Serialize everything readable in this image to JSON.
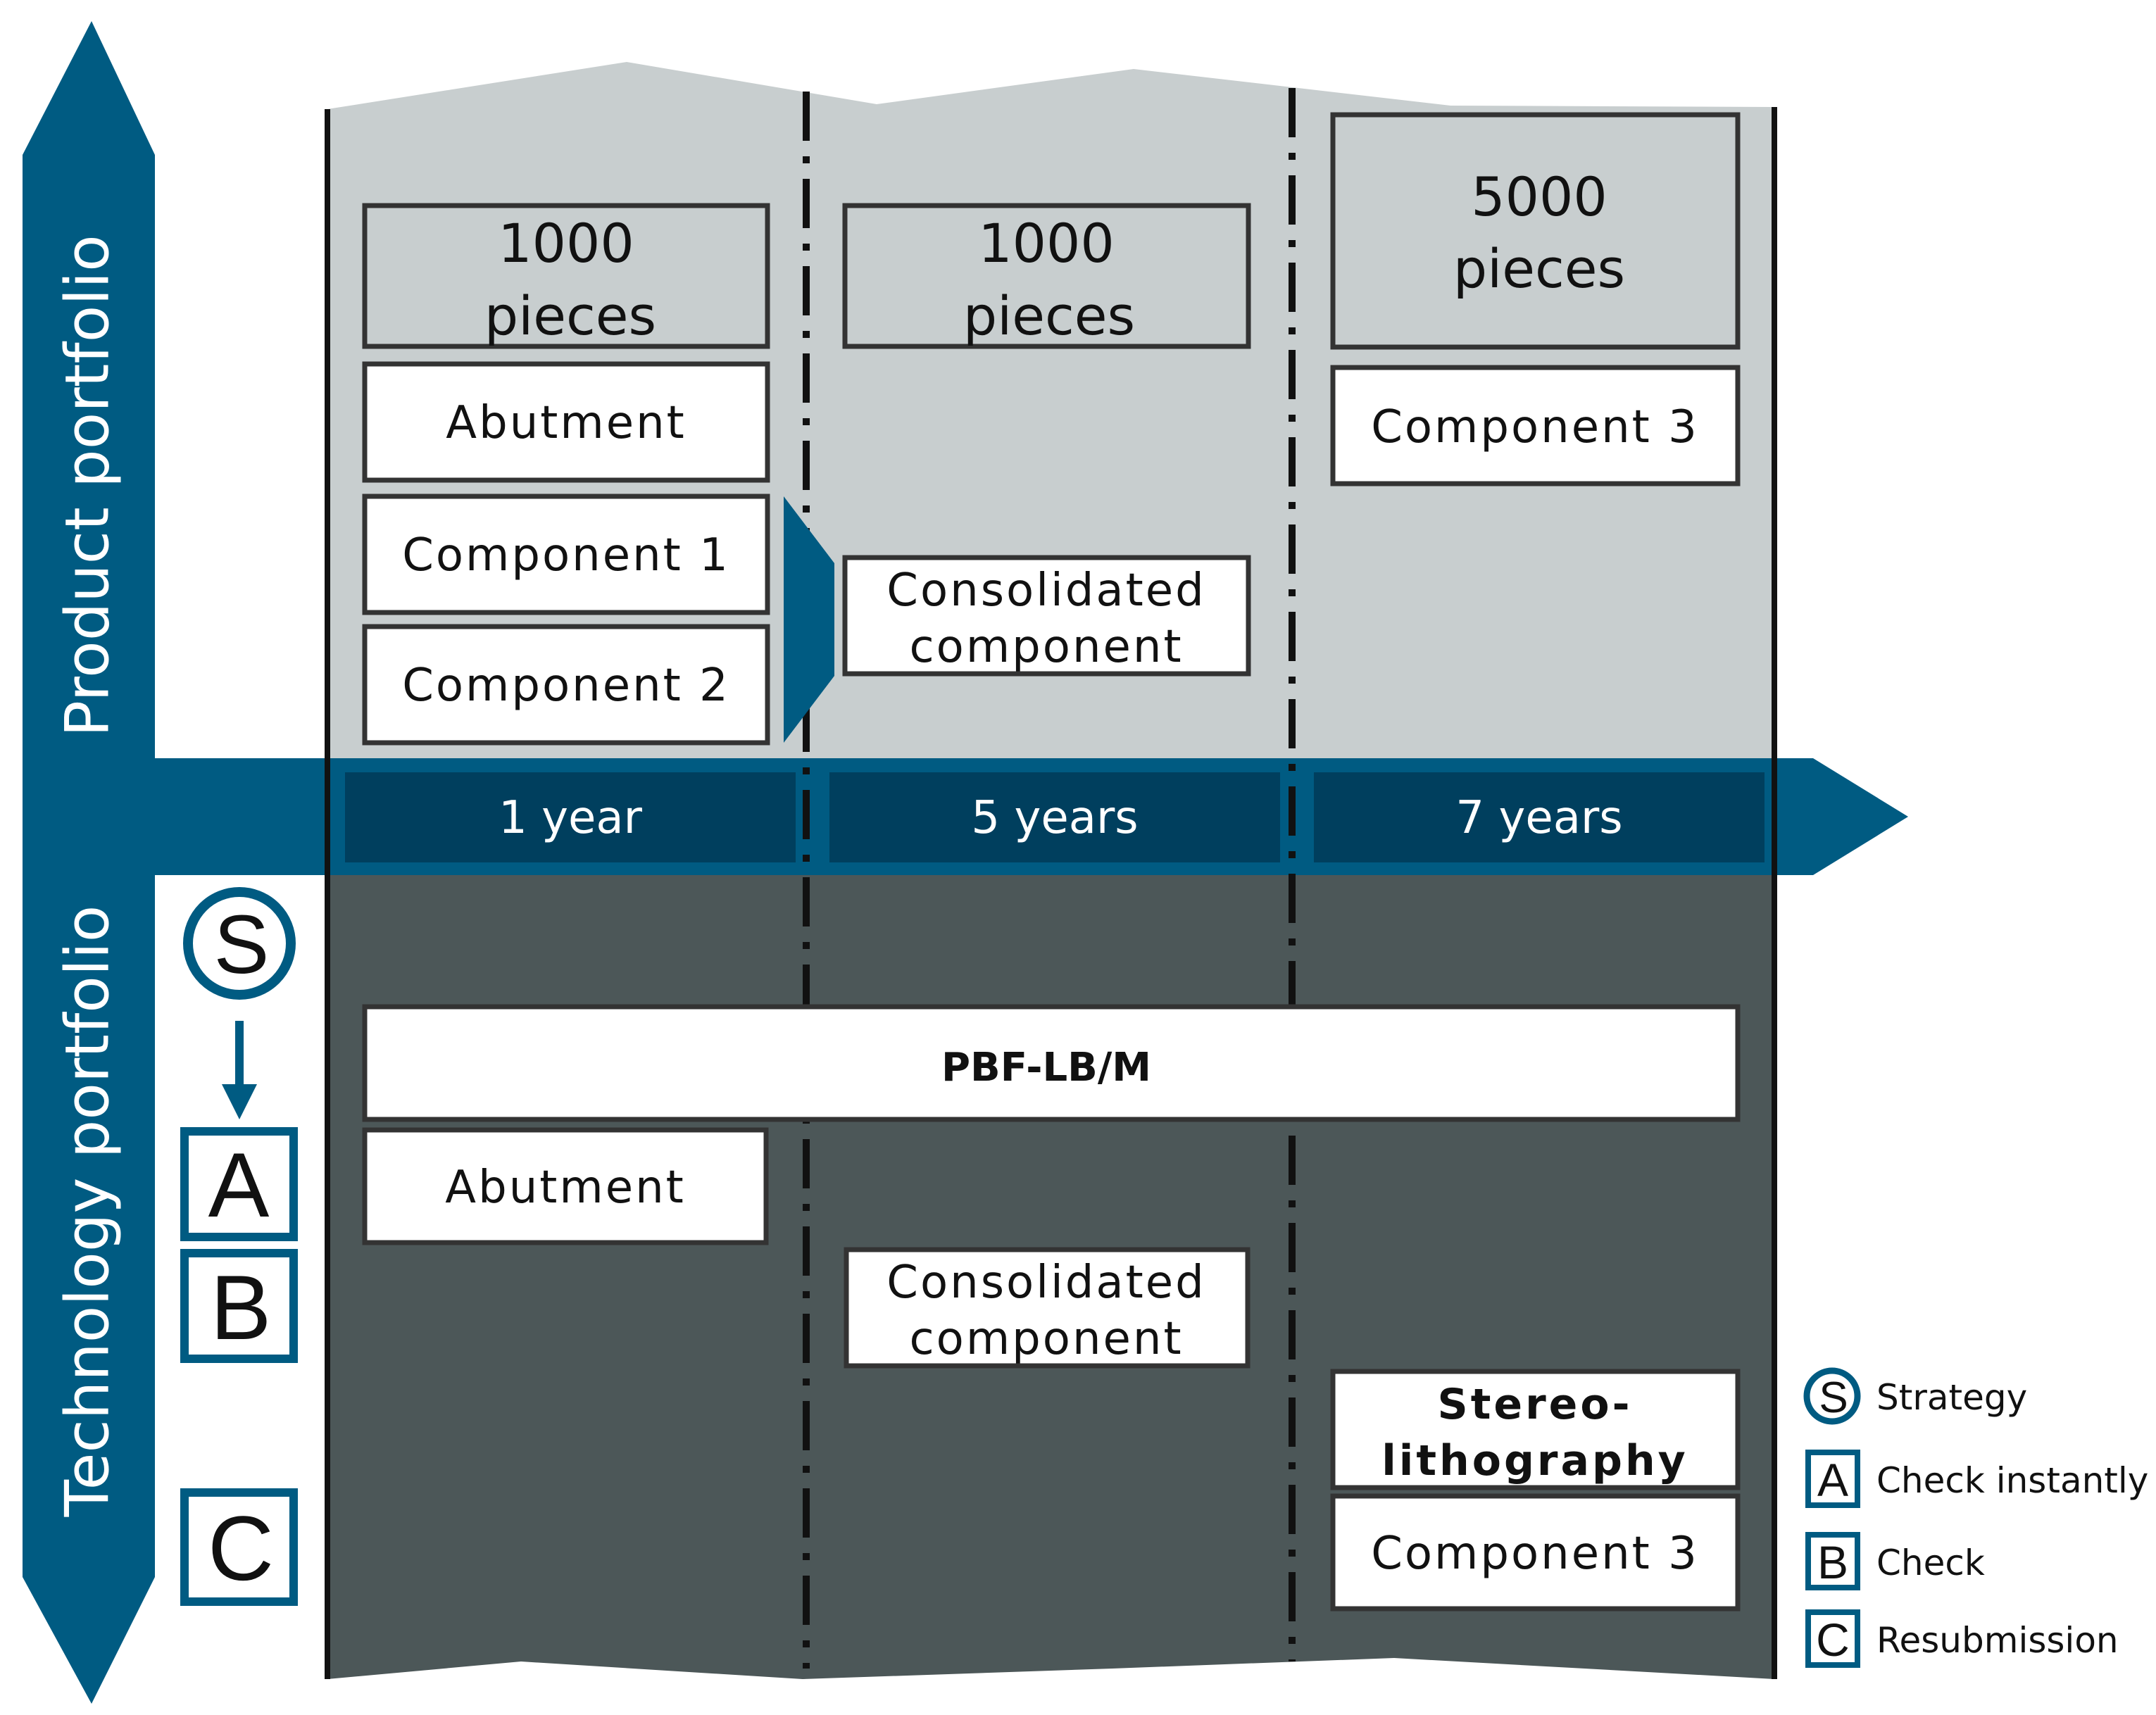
{
  "axes": {
    "product_label": "Product portfolio",
    "technology_label": "Technology portfolio"
  },
  "timeline": {
    "periods": [
      "1 year",
      "5 years",
      "7 years"
    ]
  },
  "product": {
    "col1": {
      "quantity_line1": "1000",
      "quantity_line2": "pieces",
      "items": [
        "Abutment",
        "Component 1",
        "Component 2"
      ]
    },
    "col2": {
      "quantity_line1": "1000",
      "quantity_line2": "pieces",
      "item_line1": "Consolidated",
      "item_line2": "component"
    },
    "col3": {
      "quantity_line1": "5000",
      "quantity_line2": "pieces",
      "item": "Component 3"
    }
  },
  "technology": {
    "bar": "PBF-LB/M",
    "col1_item": "Abutment",
    "col2_item_line1": "Consolidated",
    "col2_item_line2": "component",
    "col3_tech_line1": "Stereo-",
    "col3_tech_line2": "lithography",
    "col3_item": "Component 3"
  },
  "process_markers": {
    "s": "S",
    "a": "A",
    "b": "B",
    "c": "C"
  },
  "legend": [
    {
      "letter": "S",
      "text": "Strategy"
    },
    {
      "letter": "A",
      "text": "Check instantly"
    },
    {
      "letter": "B",
      "text": "Check"
    },
    {
      "letter": "C",
      "text": "Resubmission"
    }
  ],
  "colors": {
    "accent_blue": "#005b82",
    "dark_blue": "#003f5e",
    "light_grey": "#c8cecf",
    "dark_grey": "#4c5758"
  }
}
